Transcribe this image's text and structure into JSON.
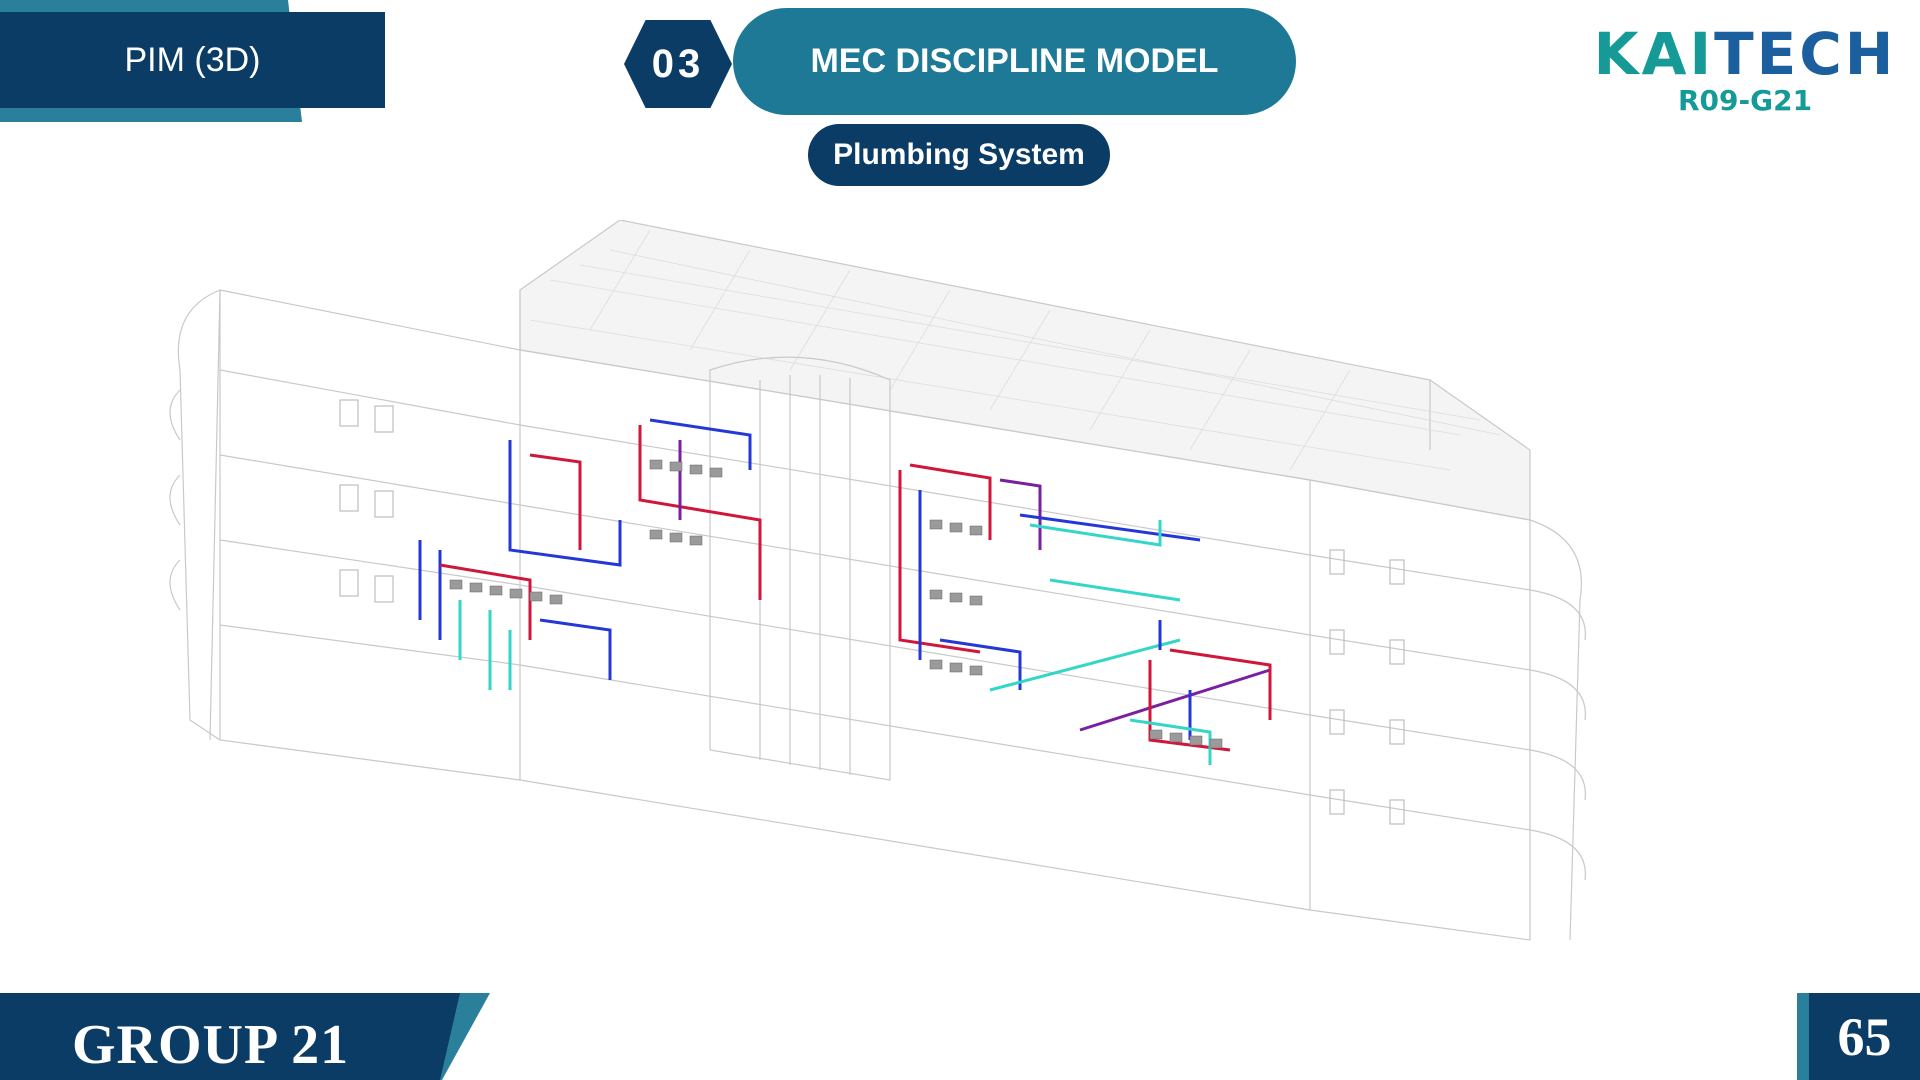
{
  "section_tab": {
    "label": "PIM (3D)"
  },
  "step": {
    "number": "03"
  },
  "header": {
    "title": "MEC DISCIPLINE MODEL",
    "subtitle": "Plumbing System"
  },
  "logo": {
    "brand_part1": "KAI",
    "brand_part2": "TECH",
    "code": "R09-G21"
  },
  "footer": {
    "group_label": "GROUP 21",
    "page_number": "65"
  },
  "colors": {
    "navy": "#0b3c66",
    "teal": "#1d7995",
    "accent": "#2a7f9b",
    "logo_teal": "#159a98",
    "logo_blue": "#1c5f9e",
    "pipe_red": "#d0163a",
    "pipe_blue": "#2438d6",
    "pipe_cyan": "#34d6c8"
  },
  "image": {
    "subject": "building-3d-wireframe-with-plumbing-pipes"
  }
}
